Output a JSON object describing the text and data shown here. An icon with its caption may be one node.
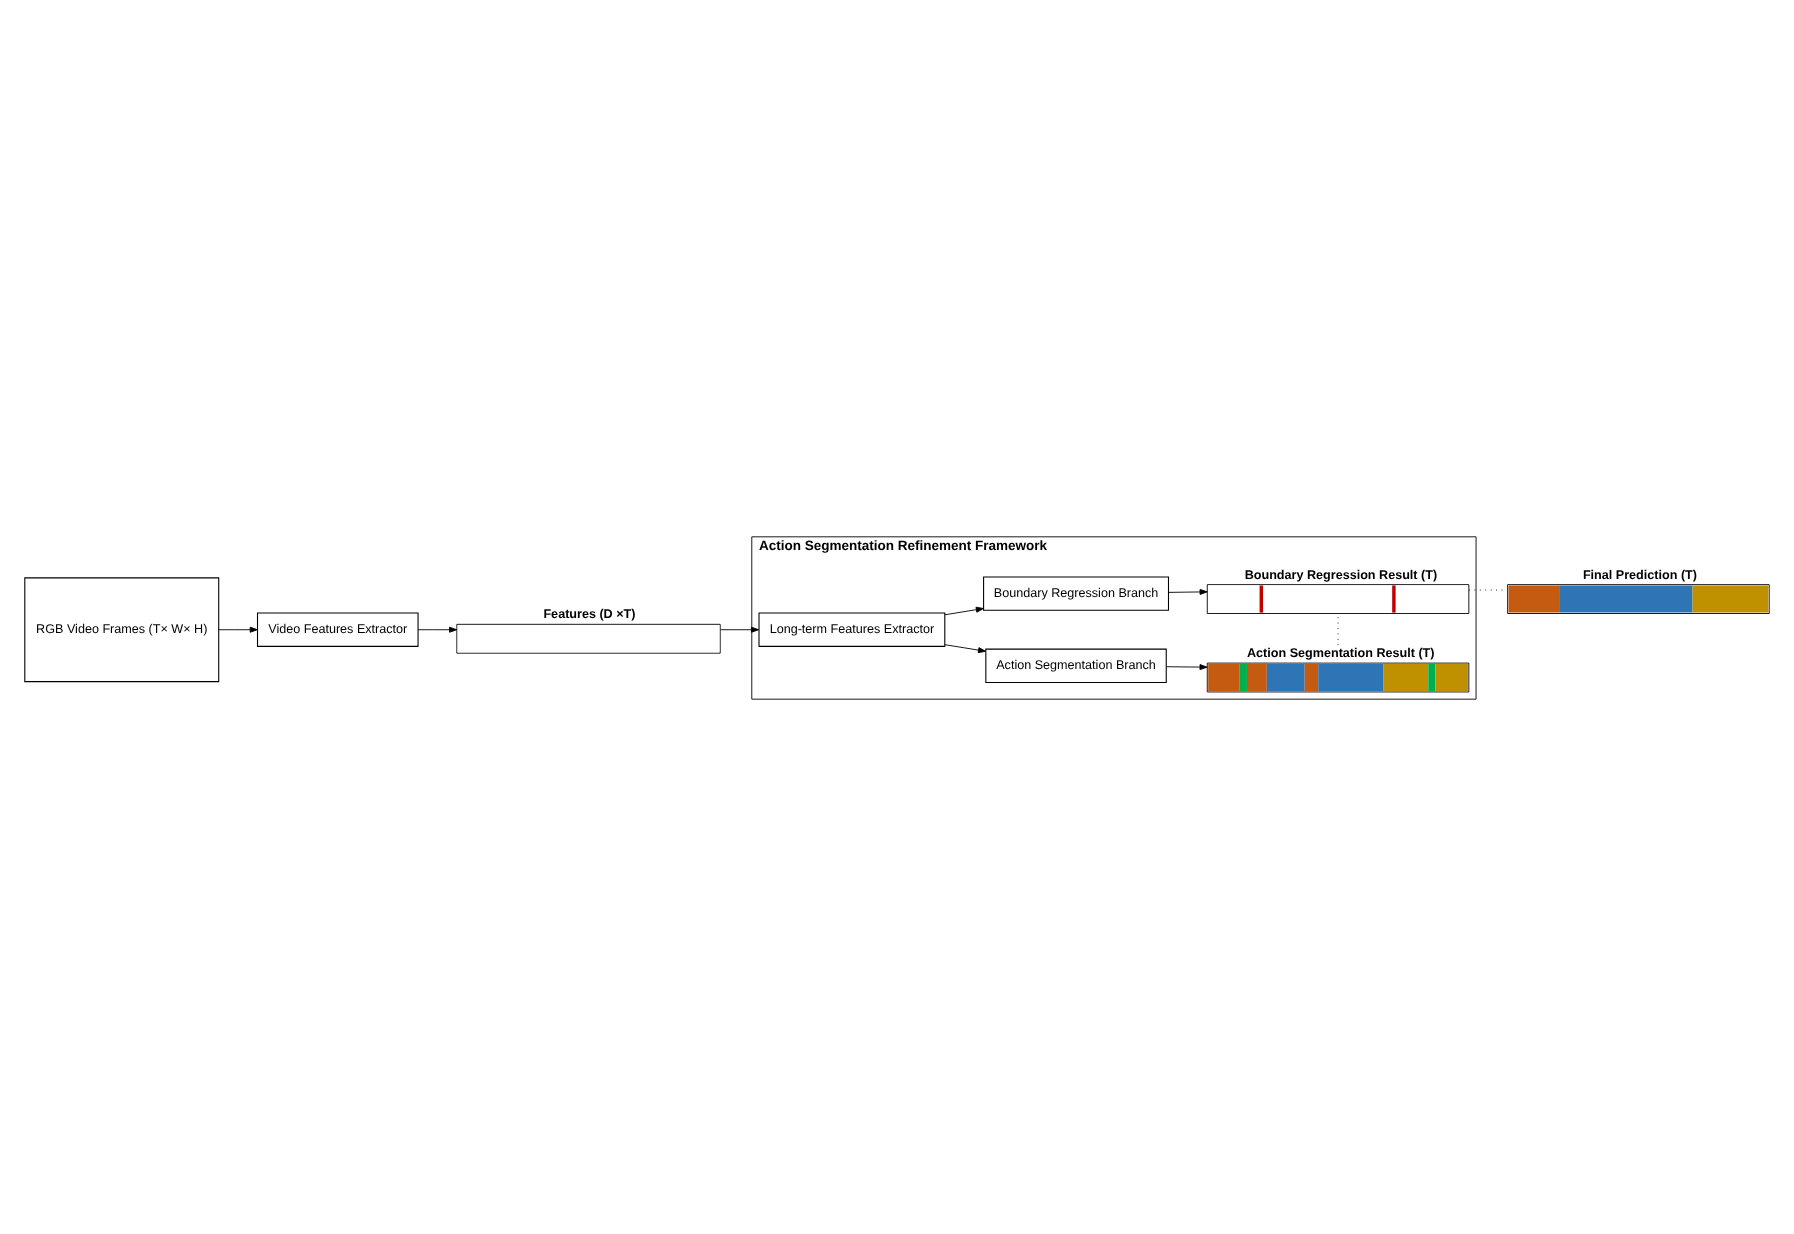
{
  "diagram": {
    "nodes": [
      {
        "text": [
          "RGB Video Frames (T× W× H)"
        ]
      },
      {
        "text": [
          "Video Features Extractor"
        ]
      },
      {
        "text": [
          "Features (D ×T)"
        ]
      },
      {
        "text": [
          "Action Segmentation Refinement Framework"
        ]
      },
      {
        "text": [
          "Long-term Features Extractor"
        ],
        "in": 3
      },
      {
        "text": [
          "Action Segmentation Branch"
        ],
        "in": 3
      },
      {
        "text": [
          "Boundary Regression Branch"
        ],
        "in": 3
      },
      {
        "text": [
          "Action Segmentation Result (T)"
        ],
        "in": 3
      },
      {
        "text": [
          "Boundary Regression Result (T)"
        ],
        "in": 3
      },
      {
        "text": [
          "Final Prediction (T)"
        ]
      }
    ],
    "edges": [
      {
        "from": 0,
        "to": 1,
        "arrow": "to"
      },
      {
        "from": 1,
        "to": 2,
        "arrow": "to"
      },
      {
        "from": 2,
        "to": 4,
        "arrow": "to"
      },
      {
        "from": 4,
        "to": 5,
        "arrow": "to"
      },
      {
        "from": 4,
        "to": 6,
        "arrow": "to"
      },
      {
        "from": 5,
        "to": 7,
        "arrow": "to"
      },
      {
        "from": 6,
        "to": 8,
        "arrow": "to"
      },
      {
        "from": 7,
        "to": 8,
        "arrow": "none",
        "style": "dashed"
      },
      {
        "from": 8,
        "to": 9,
        "arrow": "none",
        "style": "dashed"
      }
    ]
  }
}
